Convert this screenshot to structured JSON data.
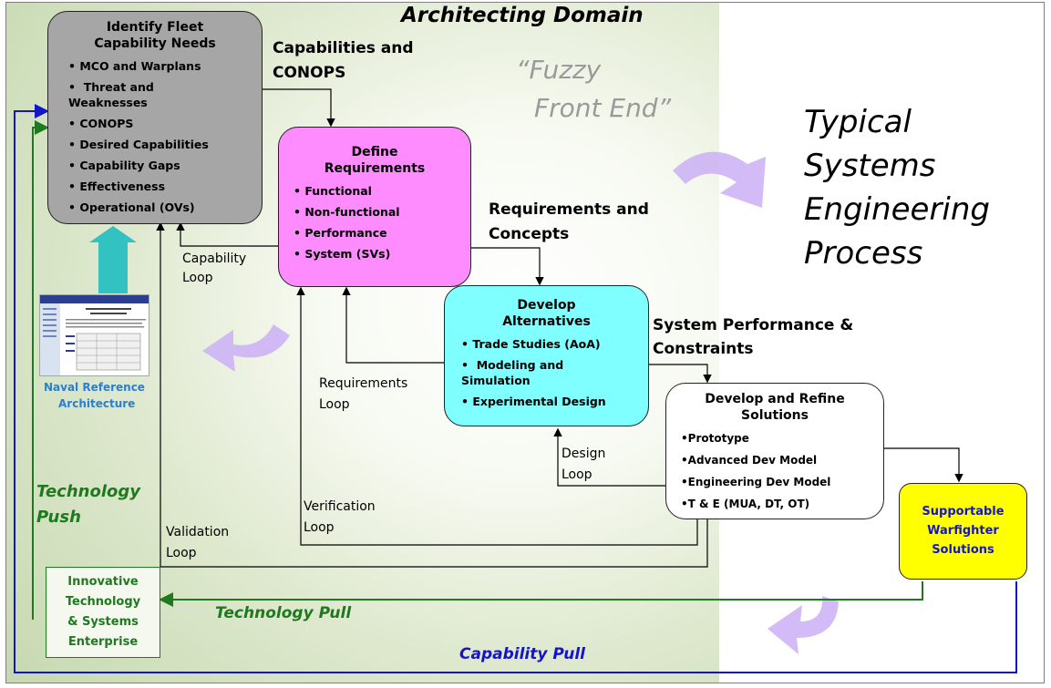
{
  "domain_title": "Architecting Domain",
  "fuzzy_label": [
    "“Fuzzy",
    "Front End”"
  ],
  "typical_label": [
    "Typical",
    "Systems",
    "Engineering",
    "Process"
  ],
  "boxes": {
    "identify": {
      "title": [
        "Identify Fleet",
        "Capability Needs"
      ],
      "items": [
        "MCO and Warplans",
        "Threat and\nWeaknesses",
        "CONOPS",
        "Desired Capabilities",
        "Capability Gaps",
        "Effectiveness",
        "Operational (OVs)"
      ]
    },
    "define": {
      "title": [
        "Define",
        "Requirements"
      ],
      "items": [
        "Functional",
        "Non-functional",
        "Performance",
        "System (SVs)"
      ]
    },
    "develop_alt": {
      "title": [
        "Develop",
        "Alternatives"
      ],
      "items": [
        "Trade Studies (AoA)",
        "Modeling and\nSimulation",
        "Experimental Design"
      ]
    },
    "solutions": {
      "title": [
        "Develop and Refine",
        "Solutions"
      ],
      "items": [
        "Prototype",
        "Advanced Dev Model",
        "Engineering Dev Model",
        "T & E (MUA, DT, OT)"
      ]
    },
    "supportable": [
      "Supportable",
      "Warfighter",
      "Solutions"
    ],
    "innovative": [
      "Innovative",
      "Technology",
      "& Systems",
      "Enterprise"
    ]
  },
  "flow_labels": {
    "capabilities_conops": [
      "Capabilities and",
      "CONOPS"
    ],
    "requirements_concepts": [
      "Requirements and",
      "Concepts"
    ],
    "system_performance": [
      "System Performance &",
      "Constraints"
    ]
  },
  "loop_labels": {
    "capability": [
      "Capability",
      "Loop"
    ],
    "requirements": [
      "Requirements",
      "Loop"
    ],
    "design": [
      "Design",
      "Loop"
    ],
    "verification": [
      "Verification",
      "Loop"
    ],
    "validation": [
      "Validation",
      "Loop"
    ]
  },
  "technology_push": [
    "Technology",
    "Push"
  ],
  "technology_pull": "Technology Pull",
  "capability_pull": "Capability Pull",
  "naval_ref": [
    "Naval Reference",
    "Architecture"
  ],
  "colors": {
    "identify": "#a6a6a6",
    "define": "#ff8cff",
    "develop_alt": "#7fffff",
    "solutions": "#ffffff",
    "supportable": "#ffff00",
    "green_lines": "#1f7a1f",
    "blue_lines": "#1414cc",
    "teal_arrow": "#33c2c2",
    "lavender_arrows": "#cdb4f5"
  }
}
